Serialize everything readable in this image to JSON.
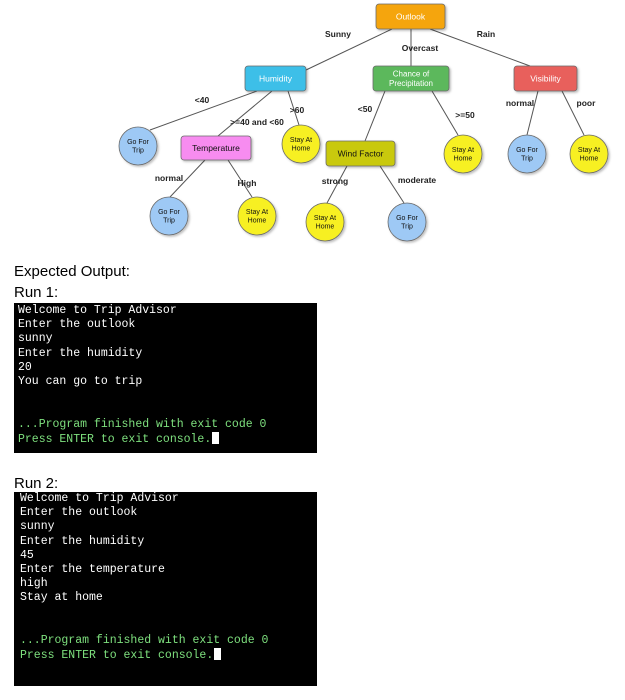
{
  "tree": {
    "nodes": {
      "outlook": {
        "label": [
          "Outlook"
        ],
        "fill": "#f5a50a"
      },
      "humidity": {
        "label": [
          "Humidity"
        ],
        "fill": "#3cbfe8"
      },
      "precip": {
        "label": [
          "Chance of",
          "Precipitation"
        ],
        "fill": "#5cb85c"
      },
      "visibility": {
        "label": [
          "Visibility"
        ],
        "fill": "#e8605c"
      },
      "temperature": {
        "label": [
          "Temperature"
        ],
        "fill": "#f78cf0"
      },
      "wind": {
        "label": [
          "Wind Factor"
        ],
        "fill": "#c9c90a"
      },
      "hum_lt40": {
        "label": [
          "Go For",
          "Trip"
        ],
        "fill": "#9ec9f5"
      },
      "hum_gt60": {
        "label": [
          "Stay At",
          "Home"
        ],
        "fill": "#f7f020"
      },
      "temp_normal": {
        "label": [
          "Go For",
          "Trip"
        ],
        "fill": "#9ec9f5"
      },
      "temp_high": {
        "label": [
          "Stay At",
          "Home"
        ],
        "fill": "#f7f020"
      },
      "wind_strong": {
        "label": [
          "Stay At",
          "Home"
        ],
        "fill": "#f7f020"
      },
      "wind_moderate": {
        "label": [
          "Go For",
          "Trip"
        ],
        "fill": "#9ec9f5"
      },
      "precip_ge50": {
        "label": [
          "Stay At",
          "Home"
        ],
        "fill": "#f7f020"
      },
      "vis_normal": {
        "label": [
          "Go For",
          "Trip"
        ],
        "fill": "#9ec9f5"
      },
      "vis_poor": {
        "label": [
          "Stay At",
          "Home"
        ],
        "fill": "#f7f020"
      }
    },
    "edge_labels": {
      "sunny": "Sunny",
      "overcast": "Overcast",
      "rain": "Rain",
      "lt40": "<40",
      "mid": ">=40 and <60",
      "gt60": ">60",
      "lt50": "<50",
      "ge50": ">=50",
      "normal_vis": "normal",
      "poor": "poor",
      "normal_temp": "normal",
      "high": "High",
      "strong": "strong",
      "moderate": "moderate"
    }
  },
  "expected_output": "Expected Output:",
  "run1": {
    "title": "Run 1:",
    "lines": [
      {
        "text": "Welcome to Trip Advisor",
        "color": "white"
      },
      {
        "text": "Enter the outlook",
        "color": "white"
      },
      {
        "text": "sunny",
        "color": "white"
      },
      {
        "text": "Enter the humidity",
        "color": "white"
      },
      {
        "text": "20",
        "color": "white"
      },
      {
        "text": "You can go to trip",
        "color": "white"
      },
      {
        "text": "",
        "color": "white"
      },
      {
        "text": "",
        "color": "white"
      },
      {
        "text": "...Program finished with exit code 0",
        "color": "green"
      },
      {
        "text": "Press ENTER to exit console.",
        "color": "green"
      }
    ]
  },
  "run2": {
    "title": "Run 2:",
    "lines": [
      {
        "text": "Welcome to Trip Advisor",
        "color": "white"
      },
      {
        "text": "Enter the outlook",
        "color": "white"
      },
      {
        "text": "sunny",
        "color": "white"
      },
      {
        "text": "Enter the humidity",
        "color": "white"
      },
      {
        "text": "45",
        "color": "white"
      },
      {
        "text": "Enter the temperature",
        "color": "white"
      },
      {
        "text": "high",
        "color": "white"
      },
      {
        "text": "Stay at home",
        "color": "white"
      },
      {
        "text": "",
        "color": "white"
      },
      {
        "text": "",
        "color": "white"
      },
      {
        "text": "...Program finished with exit code 0",
        "color": "green"
      },
      {
        "text": "Press ENTER to exit console.",
        "color": "green"
      }
    ]
  }
}
